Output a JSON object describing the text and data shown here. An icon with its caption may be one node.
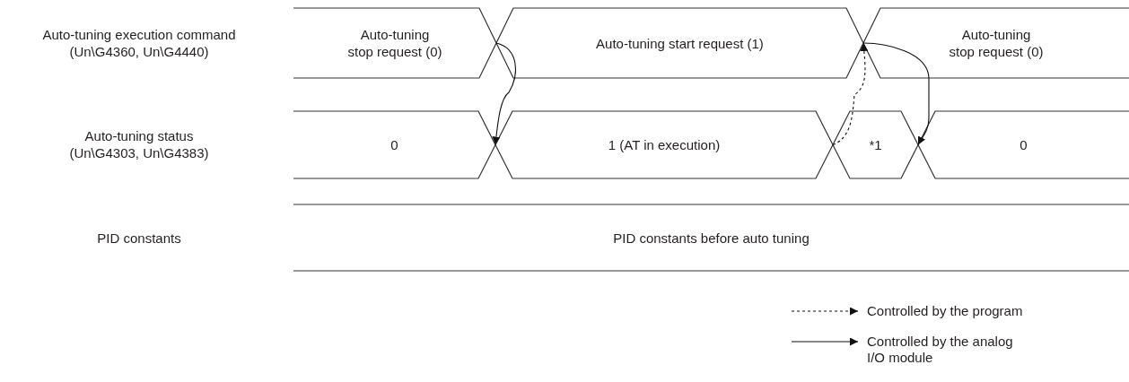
{
  "diagram": {
    "nodes": [
      {
        "text": [
          "Auto-tuning stop request (0)"
        ]
      },
      {
        "text": [
          "Auto-tuning start request (1)"
        ]
      },
      {
        "text": [
          "Auto-tuning stop request (0)"
        ]
      },
      {
        "text": [
          "0"
        ]
      },
      {
        "text": [
          "1 (AT in execution)"
        ]
      },
      {
        "text": [
          "*1"
        ]
      },
      {
        "text": [
          "0"
        ]
      },
      {
        "text": [
          "PID constants before auto tuning"
        ]
      }
    ],
    "edges": [
      {
        "from": 1,
        "to": 4,
        "arrow": "to"
      },
      {
        "from": 5,
        "to": 2,
        "arrow": "to",
        "style": "dashed"
      },
      {
        "from": 2,
        "to": 6,
        "arrow": "to"
      }
    ],
    "labels": [
      "Auto-tuning execution command (Un\\G4360, Un\\G4440)",
      "Auto-tuning status (Un\\G4303, Un\\G4383)",
      "PID constants"
    ],
    "legend": [
      {
        "text": "Controlled by the program"
      },
      {
        "text": "Controlled by the analog I/O module"
      }
    ]
  }
}
